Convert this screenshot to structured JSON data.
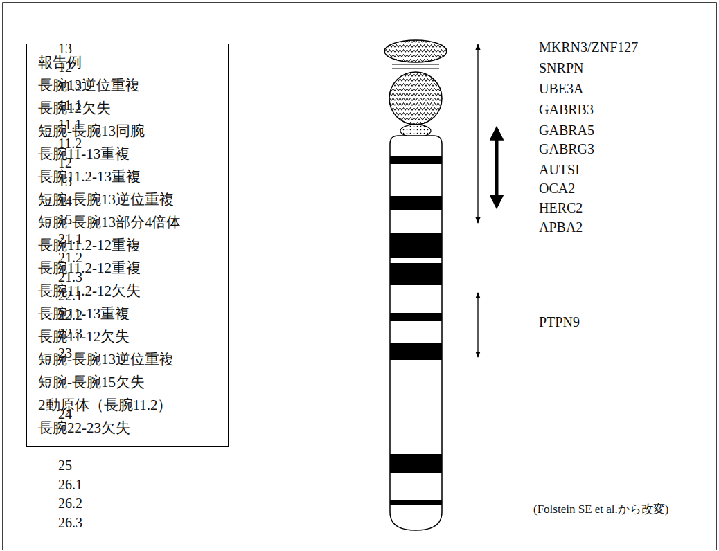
{
  "diagram": {
    "nodes": [
      {
        "text": [
          "報告例",
          "長腕13逆位重複",
          "長腕12欠失",
          "短腕-長腕13同腕",
          "長腕11-13重複",
          "長腕11.2-13重複",
          "短腕-長腕13逆位重複",
          "短腕-長腕13部分4倍体",
          "長腕11.2-12重複",
          "長腕11.2-12重複",
          "長腕11.2-12欠失",
          "長腕11-13重複",
          "長腕11-12欠失",
          "短腕-長腕13逆位重複",
          "短腕-長腕15欠失",
          "2動原体（長腕11.2）",
          "長腕22-23欠失"
        ]
      }
    ],
    "labels": [
      "13",
      "12",
      "11.2",
      "11.1",
      "11.1",
      "11.2",
      "12",
      "13",
      "14",
      "15",
      "21.1",
      "21.2",
      "21.3",
      "22.1",
      "22.2",
      "22.3",
      "23",
      "24",
      "25",
      "26.1",
      "26.2",
      "26.3",
      "MKRN3/ZNF127",
      "SNRPN",
      "UBE3A",
      "GABRB3",
      "GABRA5",
      "GABRG3",
      "AUTSI",
      "OCA2",
      "HERC2",
      "APBA2",
      "PTPN9",
      "(Folstein SE et al.から改変)"
    ]
  }
}
